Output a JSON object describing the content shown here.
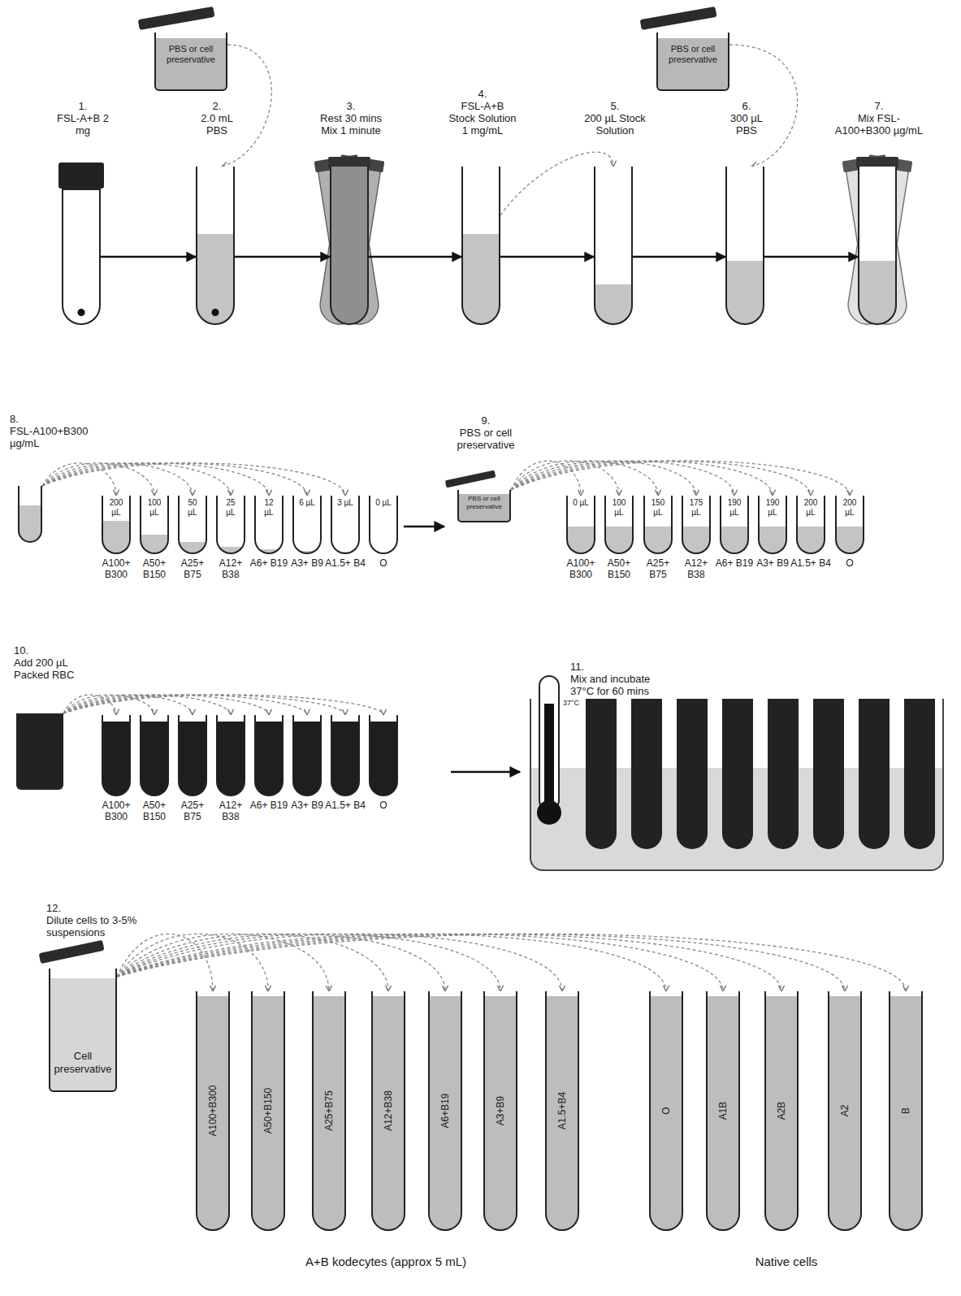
{
  "diagram": {
    "nodes": [
      {
        "text": [
          "1.",
          "FSL-A+B 2 mg"
        ]
      },
      {
        "text": [
          "PBS or cell preservative"
        ]
      },
      {
        "text": [
          "2.",
          "2.0 mL PBS"
        ]
      },
      {
        "text": [
          "3.",
          "Rest 30 mins Mix 1 minute"
        ]
      },
      {
        "text": [
          "4.",
          "FSL-A+B Stock Solution 1 mg/mL"
        ]
      },
      {
        "text": [
          "5.",
          "200 µL Stock Solution"
        ]
      },
      {
        "text": [
          "PBS or cell preservative"
        ]
      },
      {
        "text": [
          "6.",
          "300 µL PBS"
        ]
      },
      {
        "text": [
          "7.",
          "Mix FSL-A100+B300 µg/mL"
        ]
      },
      {
        "text": [
          "8.",
          "FSL-A100+B300 µg/mL"
        ]
      },
      {
        "text": [
          "200 µL",
          "A100+ B300"
        ]
      },
      {
        "text": [
          "100 µL",
          "A50+ B150"
        ]
      },
      {
        "text": [
          "50 µL",
          "A25+ B75"
        ]
      },
      {
        "text": [
          "25 µL",
          "A12+ B38"
        ]
      },
      {
        "text": [
          "12 µL",
          "A6+ B19"
        ]
      },
      {
        "text": [
          "6 µL",
          "A3+ B9"
        ]
      },
      {
        "text": [
          "3 µL",
          "A1.5+ B4"
        ]
      },
      {
        "text": [
          "0 µL",
          "O"
        ]
      },
      {
        "text": [
          "9.",
          "PBS or cell preservative",
          "PBS or cell preservative"
        ]
      },
      {
        "text": [
          "0 µL",
          "A100+ B300"
        ]
      },
      {
        "text": [
          "100 µL",
          "A50+ B150"
        ]
      },
      {
        "text": [
          "150 µL",
          "A25+ B75"
        ]
      },
      {
        "text": [
          "175 µL",
          "A12+ B38"
        ]
      },
      {
        "text": [
          "190 µL",
          "A6+ B19"
        ]
      },
      {
        "text": [
          "190 µL",
          "A3+ B9"
        ]
      },
      {
        "text": [
          "200 µL",
          "A1.5+ B4"
        ]
      },
      {
        "text": [
          "200 µL",
          "O"
        ]
      },
      {
        "text": [
          "10.",
          "Add 200 µL Packed RBC"
        ]
      },
      {
        "text": [
          "A100+ B300"
        ]
      },
      {
        "text": [
          "A50+ B150"
        ]
      },
      {
        "text": [
          "A25+ B75"
        ]
      },
      {
        "text": [
          "A12+ B38"
        ]
      },
      {
        "text": [
          "A6+ B19"
        ]
      },
      {
        "text": [
          "A3+ B9"
        ]
      },
      {
        "text": [
          "A1.5+ B4"
        ]
      },
      {
        "text": [
          "O"
        ]
      },
      {
        "text": [
          "11.",
          "Mix and incubate 37°C for 60 mins"
        ]
      },
      {
        "text": [
          "12.",
          "Dilute cells to 3-5% suspensions",
          "Cell preservative"
        ]
      },
      {
        "text": [
          "A100+B300"
        ]
      },
      {
        "text": [
          "A50+B150"
        ]
      },
      {
        "text": [
          "A25+B75"
        ]
      },
      {
        "text": [
          "A12+B38"
        ]
      },
      {
        "text": [
          "A6+B19"
        ]
      },
      {
        "text": [
          "A3+B9"
        ]
      },
      {
        "text": [
          "A1.5+B4"
        ]
      },
      {
        "text": [
          "O"
        ]
      },
      {
        "text": [
          "A1B"
        ]
      },
      {
        "text": [
          "A2B"
        ]
      },
      {
        "text": [
          "A2"
        ]
      },
      {
        "text": [
          "B"
        ]
      }
    ],
    "edges": [
      {
        "from": 0,
        "to": 2,
        "arrow": "to"
      },
      {
        "from": 2,
        "to": 3,
        "arrow": "to"
      },
      {
        "from": 3,
        "to": 4,
        "arrow": "to"
      },
      {
        "from": 4,
        "to": 5,
        "arrow": "to"
      },
      {
        "from": 5,
        "to": 7,
        "arrow": "to"
      },
      {
        "from": 7,
        "to": 8,
        "arrow": "to"
      },
      {
        "from": 1,
        "to": 2,
        "arrow": "to"
      },
      {
        "from": 4,
        "to": 5,
        "arrow": "to"
      },
      {
        "from": 6,
        "to": 7,
        "arrow": "to"
      },
      {
        "from": 9,
        "to": 10,
        "arrow": "to"
      },
      {
        "from": 9,
        "to": 11,
        "arrow": "to"
      },
      {
        "from": 9,
        "to": 12,
        "arrow": "to"
      },
      {
        "from": 9,
        "to": 13,
        "arrow": "to"
      },
      {
        "from": 9,
        "to": 14,
        "arrow": "to"
      },
      {
        "from": 9,
        "to": 15,
        "arrow": "to"
      },
      {
        "from": 9,
        "to": 16,
        "arrow": "to"
      },
      {
        "from": 18,
        "to": 19,
        "arrow": "to"
      },
      {
        "from": 18,
        "to": 20,
        "arrow": "to"
      },
      {
        "from": 18,
        "to": 21,
        "arrow": "to"
      },
      {
        "from": 18,
        "to": 22,
        "arrow": "to"
      },
      {
        "from": 18,
        "to": 23,
        "arrow": "to"
      },
      {
        "from": 18,
        "to": 24,
        "arrow": "to"
      },
      {
        "from": 18,
        "to": 25,
        "arrow": "to"
      },
      {
        "from": 18,
        "to": 26,
        "arrow": "to"
      },
      {
        "from": 27,
        "to": 28,
        "arrow": "to"
      },
      {
        "from": 27,
        "to": 29,
        "arrow": "to"
      },
      {
        "from": 27,
        "to": 30,
        "arrow": "to"
      },
      {
        "from": 27,
        "to": 31,
        "arrow": "to"
      },
      {
        "from": 27,
        "to": 32,
        "arrow": "to"
      },
      {
        "from": 27,
        "to": 33,
        "arrow": "to"
      },
      {
        "from": 27,
        "to": 34,
        "arrow": "to"
      },
      {
        "from": 27,
        "to": 35,
        "arrow": "to"
      },
      {
        "from": 37,
        "to": 38,
        "arrow": "to"
      },
      {
        "from": 37,
        "to": 39,
        "arrow": "to"
      },
      {
        "from": 37,
        "to": 40,
        "arrow": "to"
      },
      {
        "from": 37,
        "to": 41,
        "arrow": "to"
      },
      {
        "from": 37,
        "to": 42,
        "arrow": "to"
      },
      {
        "from": 37,
        "to": 43,
        "arrow": "to"
      },
      {
        "from": 37,
        "to": 44,
        "arrow": "to"
      },
      {
        "from": 37,
        "to": 45,
        "arrow": "to"
      },
      {
        "from": 37,
        "to": 46,
        "arrow": "to"
      },
      {
        "from": 37,
        "to": 47,
        "arrow": "to"
      },
      {
        "from": 37,
        "to": 48,
        "arrow": "to"
      },
      {
        "from": 37,
        "to": 49,
        "arrow": "to"
      }
    ],
    "labels": [
      "37°C",
      "A+B kodecytes (approx 5 mL)",
      "Native cells"
    ]
  }
}
